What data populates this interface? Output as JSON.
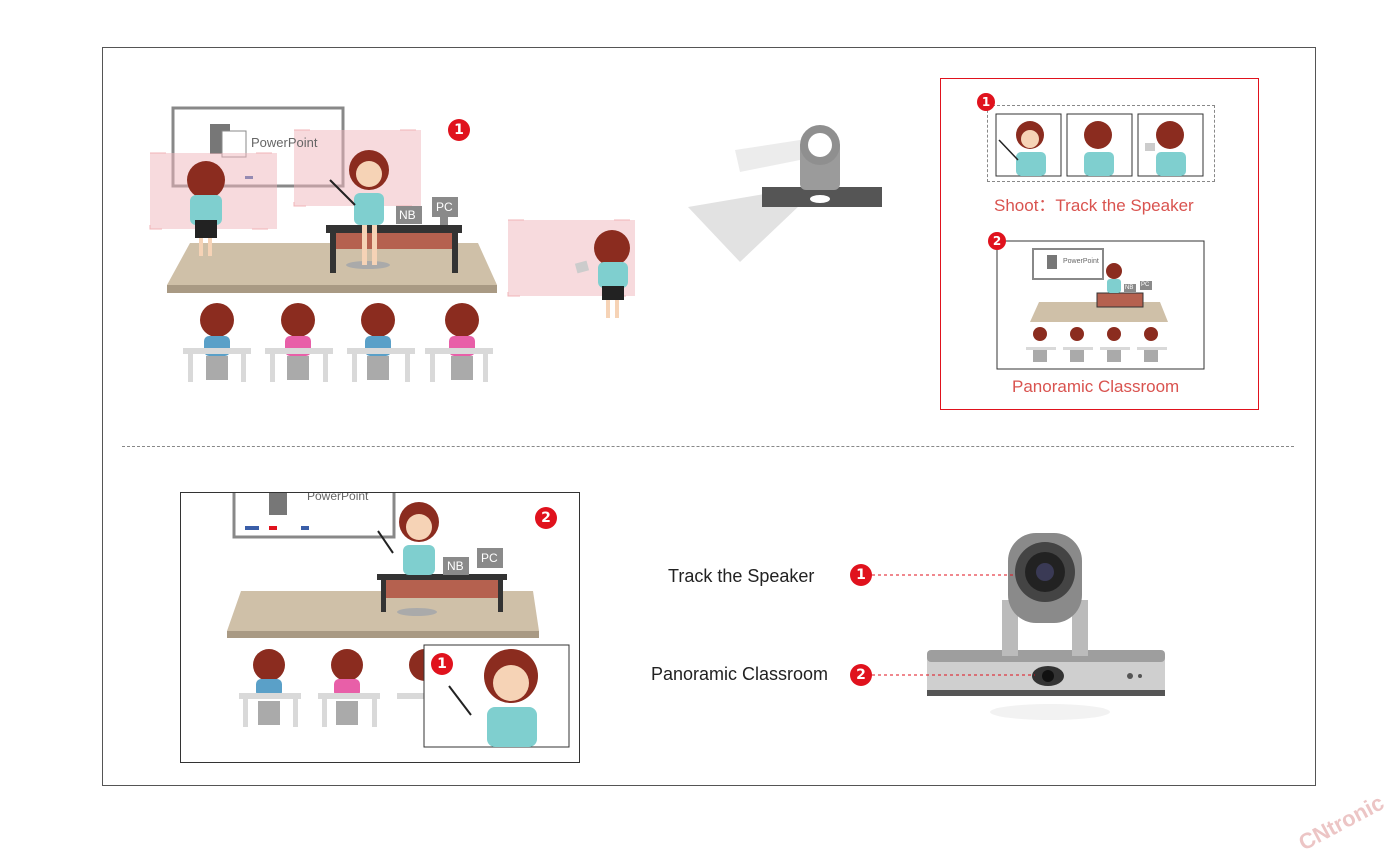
{
  "top_scene": {
    "ppt_label": "PowerPoint",
    "nb_label": "NB",
    "pc_label": "PC",
    "badge": "1"
  },
  "output_panel": {
    "badge1": "1",
    "shoot_caption": "Shoot：Track the Speaker",
    "badge2": "2",
    "mini_ppt_label": "PowerPoint",
    "mini_nb": "NB",
    "mini_pc": "PC",
    "panoramic_caption": "Panoramic Classroom"
  },
  "bottom_scene": {
    "ppt_label": "PowerPoint",
    "nb_label": "NB",
    "pc_label": "PC",
    "badge_main": "2",
    "badge_inset": "1"
  },
  "camera_callouts": {
    "track_label": "Track the Speaker",
    "track_badge": "1",
    "panoramic_label": "Panoramic Classroom",
    "panoramic_badge": "2"
  },
  "watermark": "CNtronic",
  "colors": {
    "accent_red": "#e0121d",
    "caption_red": "#d9534f",
    "hair": "#8b2c1f",
    "shirt": "#7fcfcf",
    "stage": "#cfc0a8"
  }
}
